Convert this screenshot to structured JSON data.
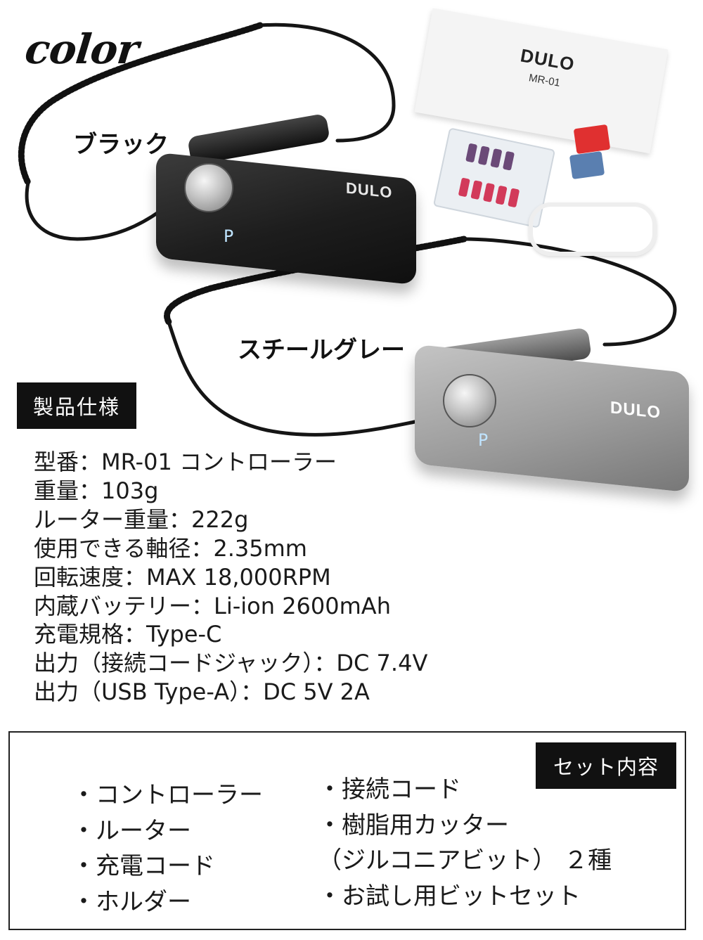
{
  "header": {
    "title": "color"
  },
  "variants": {
    "black": "ブラック",
    "steel_grey": "スチールグレー"
  },
  "device": {
    "brand": "DULO",
    "display_mode": "P",
    "manual_brand": "DULO",
    "manual_model": "MR-01"
  },
  "colors": {
    "black_body": "#1d1d1d",
    "grey_body": "#9c9c9c",
    "badge": "#111111"
  },
  "specs": {
    "heading": "製品仕様",
    "items": [
      "型番：MR-01 コントローラー",
      "重量：103g",
      "ルーター重量：222g",
      "使用できる軸径：2.35mm",
      "回転速度：MAX 18,000RPM",
      "内蔵バッテリー：Li-ion 2600mAh",
      "充電規格：Type-C",
      "出力（接続コードジャック）：DC 7.4V",
      "出力（USB Type-A）：DC 5V 2A"
    ]
  },
  "set_contents": {
    "heading": "セット内容",
    "left": [
      "・コントローラー",
      "・ルーター",
      "・充電コード",
      "・ホルダー"
    ],
    "right": [
      "・接続コード",
      "・樹脂用カッター",
      "（ジルコニアビット） ２種",
      "・お試し用ビットセット"
    ]
  }
}
